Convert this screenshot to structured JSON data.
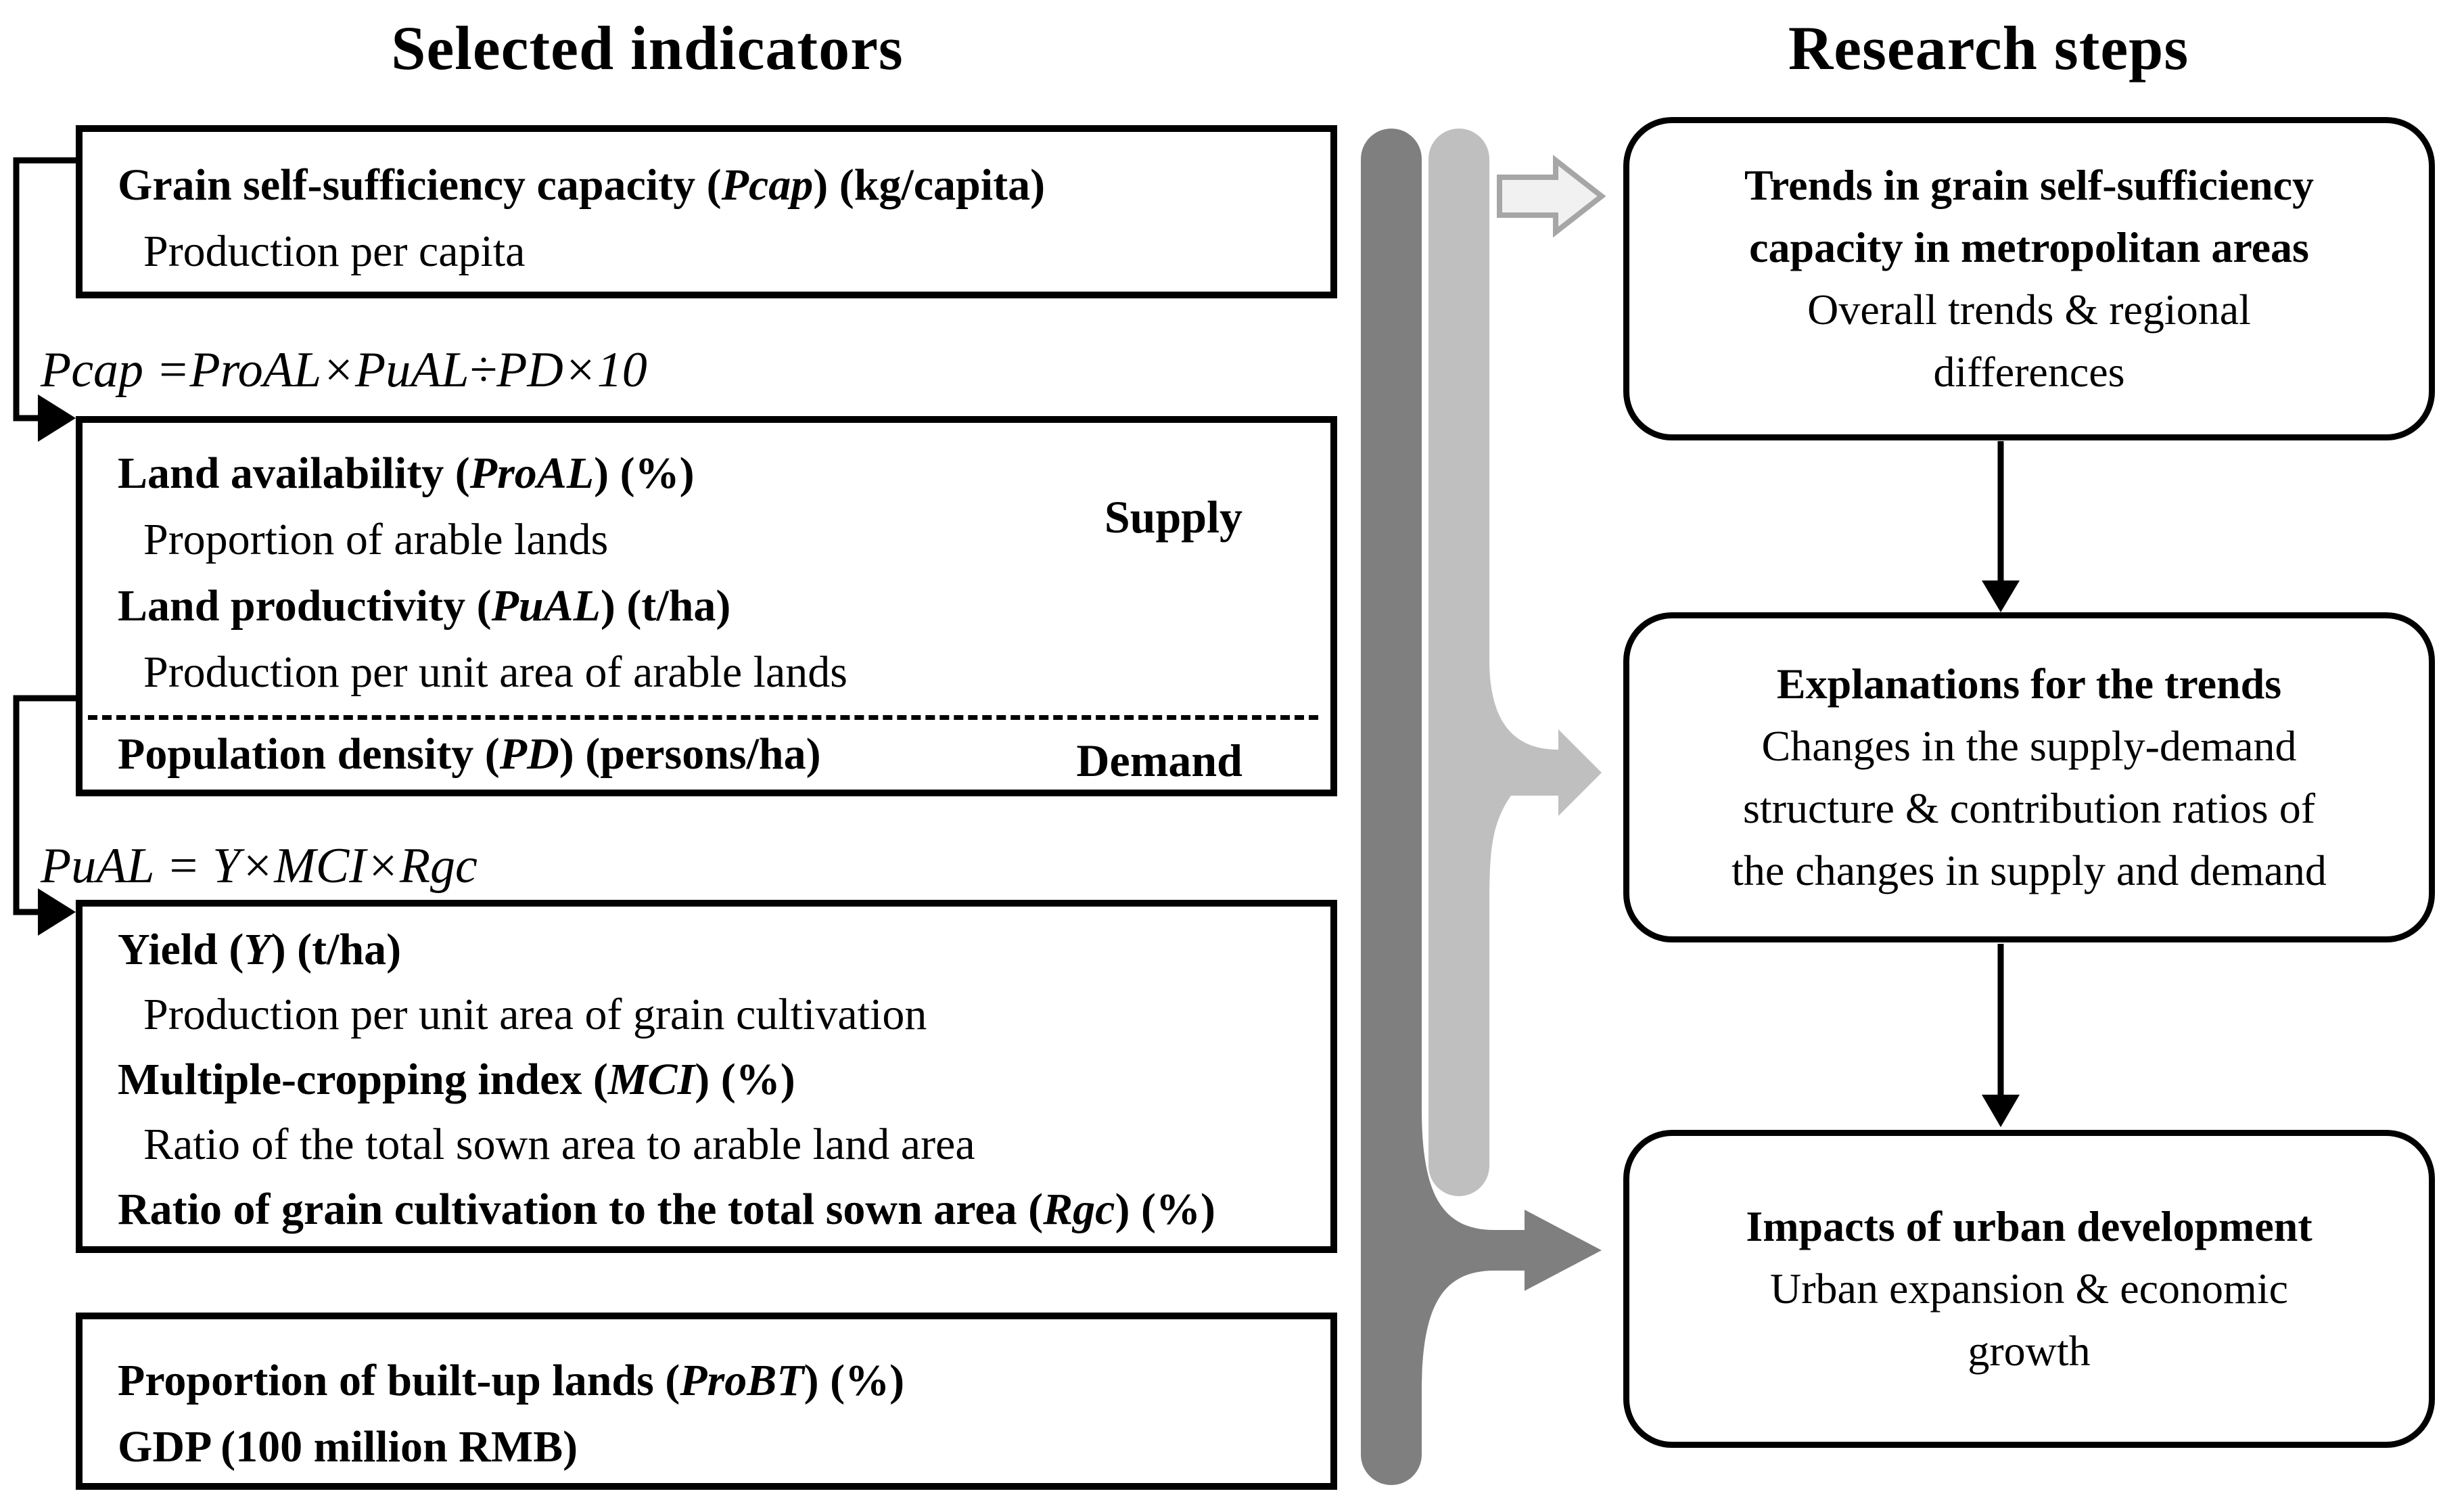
{
  "titles": {
    "left": "Selected indicators",
    "right": "Research steps"
  },
  "colors": {
    "dark_band": "#7f7f7f",
    "light_band": "#bfbfbf",
    "hollow_arrow_fill": "#f1f1f1",
    "hollow_arrow_border": "#a6a6a6",
    "line": "#000000"
  },
  "indicators": {
    "box1": {
      "rows": [
        {
          "bold": true,
          "segs": [
            {
              "t": "Grain self-sufficiency capacity ("
            },
            {
              "t": "Pcap",
              "i": true
            },
            {
              "t": ") (kg/capita)"
            }
          ]
        },
        {
          "bold": false,
          "segs": [
            {
              "t": "Production per capita"
            }
          ]
        }
      ]
    },
    "formula1": "Pcap =ProAL×PuAL÷PD×10",
    "box2": {
      "rows_supply": [
        {
          "bold": true,
          "segs": [
            {
              "t": "Land availability ("
            },
            {
              "t": "ProAL",
              "i": true
            },
            {
              "t": ") (%)"
            }
          ]
        },
        {
          "bold": false,
          "segs": [
            {
              "t": "Proportion of arable lands"
            }
          ]
        },
        {
          "bold": true,
          "segs": [
            {
              "t": "Land productivity ("
            },
            {
              "t": "PuAL",
              "i": true
            },
            {
              "t": ") (t/ha)"
            }
          ]
        },
        {
          "bold": false,
          "segs": [
            {
              "t": "Production per unit area of arable lands"
            }
          ]
        }
      ],
      "rows_demand": [
        {
          "bold": true,
          "segs": [
            {
              "t": "Population density ("
            },
            {
              "t": "PD",
              "i": true
            },
            {
              "t": ") (persons/ha)"
            }
          ]
        }
      ],
      "supply_label": "Supply",
      "demand_label": "Demand"
    },
    "formula2": "PuAL = Y×MCI×Rgc",
    "box3": {
      "rows": [
        {
          "bold": true,
          "segs": [
            {
              "t": "Yield ("
            },
            {
              "t": "Y",
              "i": true
            },
            {
              "t": ") (t/ha)"
            }
          ]
        },
        {
          "bold": false,
          "segs": [
            {
              "t": "Production per unit area of grain cultivation"
            }
          ]
        },
        {
          "bold": true,
          "segs": [
            {
              "t": "Multiple-cropping index ("
            },
            {
              "t": "MCI",
              "i": true
            },
            {
              "t": ") (%)"
            }
          ]
        },
        {
          "bold": false,
          "segs": [
            {
              "t": "Ratio of the total sown area to arable land area"
            }
          ]
        },
        {
          "bold": true,
          "segs": [
            {
              "t": "Ratio of grain cultivation to the total sown area ("
            },
            {
              "t": "Rgc",
              "i": true
            },
            {
              "t": ") (%)"
            }
          ]
        }
      ]
    },
    "box4": {
      "rows": [
        {
          "bold": true,
          "segs": [
            {
              "t": "Proportion of built-up lands ("
            },
            {
              "t": "ProBT",
              "i": true
            },
            {
              "t": ") (%)"
            }
          ]
        },
        {
          "bold": true,
          "segs": [
            {
              "t": "GDP (100 million RMB)"
            }
          ]
        }
      ]
    }
  },
  "steps": {
    "box1": {
      "rows": [
        {
          "bold": true,
          "segs": [
            {
              "t": "Trends in grain self-sufficiency"
            }
          ]
        },
        {
          "bold": true,
          "segs": [
            {
              "t": "capacity in metropolitan areas"
            }
          ]
        },
        {
          "bold": false,
          "segs": [
            {
              "t": "Overall trends & regional"
            }
          ]
        },
        {
          "bold": false,
          "segs": [
            {
              "t": "differences"
            }
          ]
        }
      ]
    },
    "box2": {
      "rows": [
        {
          "bold": true,
          "segs": [
            {
              "t": "Explanations for the trends"
            }
          ]
        },
        {
          "bold": false,
          "segs": [
            {
              "t": "Changes in the supply-demand"
            }
          ]
        },
        {
          "bold": false,
          "segs": [
            {
              "t": "structure & contribution ratios of"
            }
          ]
        },
        {
          "bold": false,
          "segs": [
            {
              "t": "the changes in supply and demand"
            }
          ]
        }
      ]
    },
    "box3": {
      "rows": [
        {
          "bold": true,
          "segs": [
            {
              "t": "Impacts of urban development"
            }
          ]
        },
        {
          "bold": false,
          "segs": [
            {
              "t": "Urban expansion & economic"
            }
          ]
        },
        {
          "bold": false,
          "segs": [
            {
              "t": "growth"
            }
          ]
        }
      ]
    }
  }
}
